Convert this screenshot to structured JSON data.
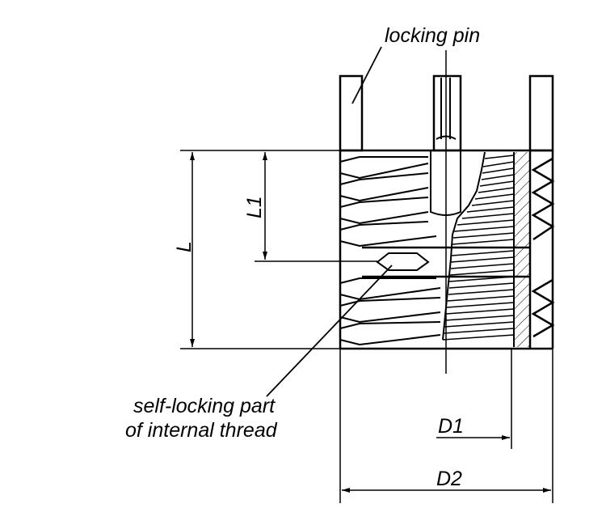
{
  "labels": {
    "locking_pin": "locking pin",
    "length": "L",
    "length_1": "L1",
    "self_locking_line1": "self-locking part",
    "self_locking_line2": "of internal thread",
    "diameter_1": "D1",
    "diameter_2": "D2"
  },
  "colors": {
    "line": "#000000",
    "background": "#ffffff"
  }
}
